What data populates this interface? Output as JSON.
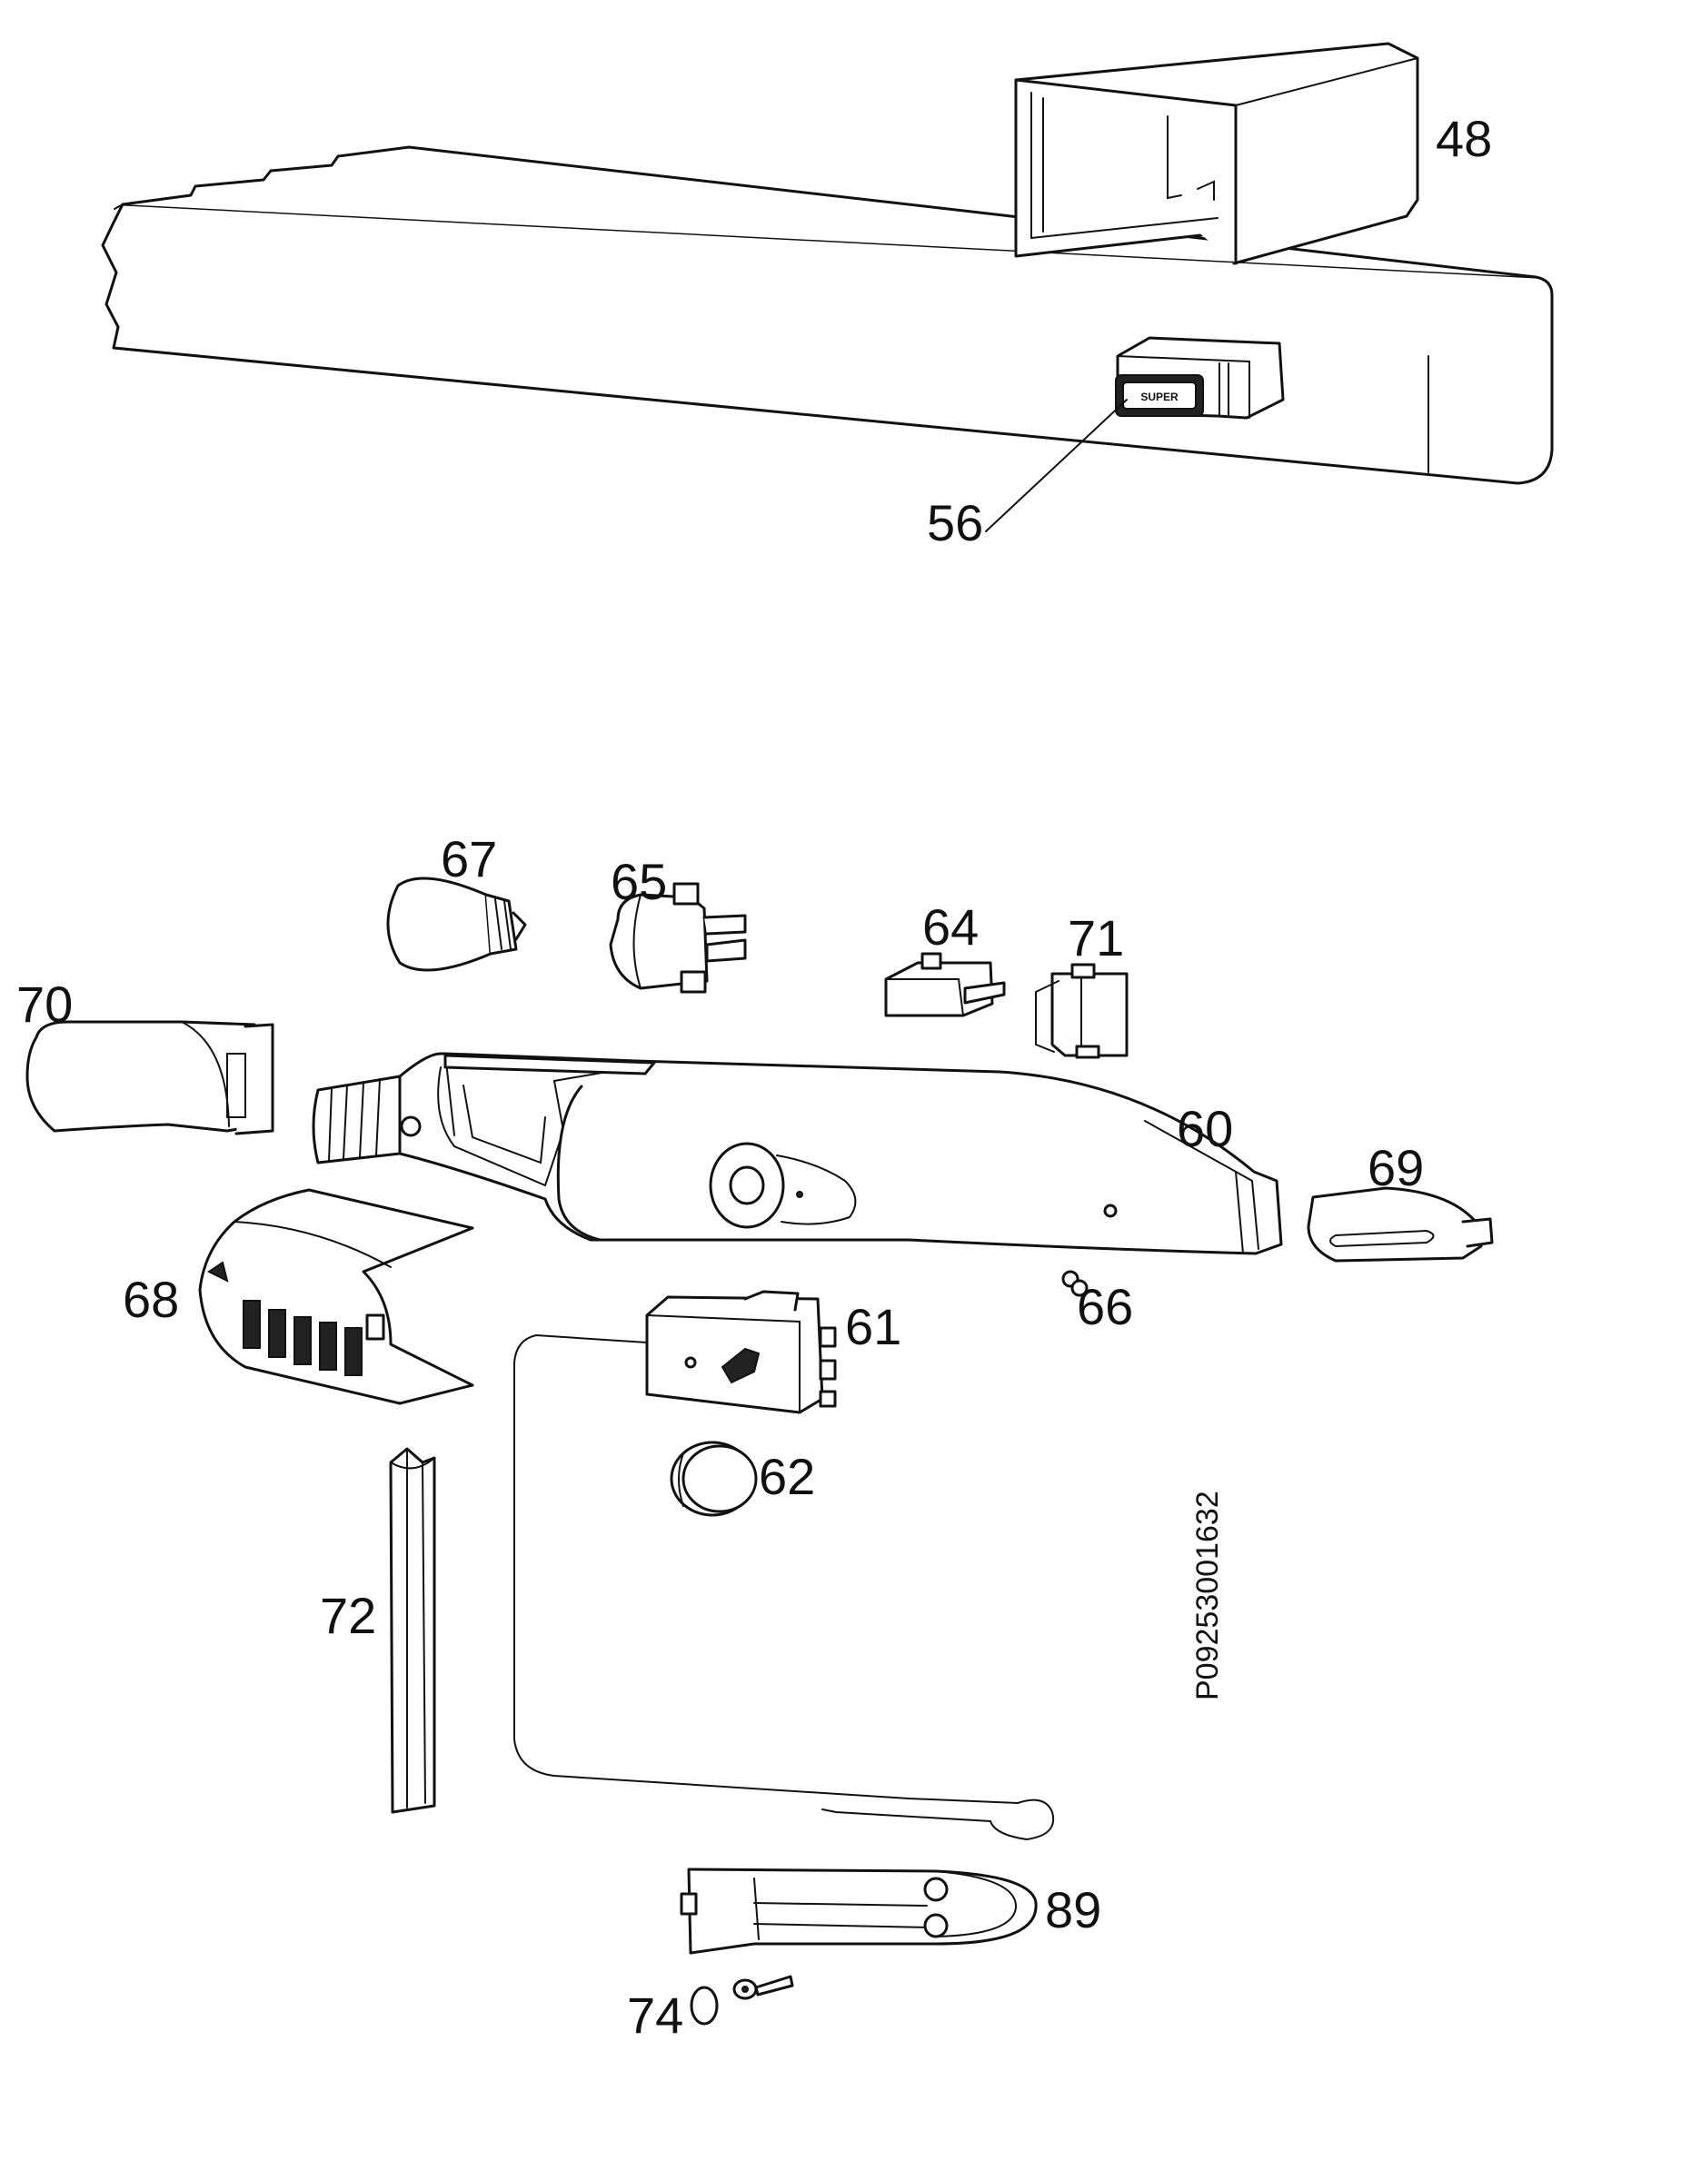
{
  "document_code": "P09253001632",
  "switch_button_text": "SUPER",
  "callouts": {
    "p48": "48",
    "p56": "56",
    "p60": "60",
    "p61": "61",
    "p62": "62",
    "p64": "64",
    "p65": "65",
    "p66": "66",
    "p67": "67",
    "p68": "68",
    "p69": "69",
    "p70": "70",
    "p71": "71",
    "p72": "72",
    "p74": "74",
    "p89": "89"
  }
}
